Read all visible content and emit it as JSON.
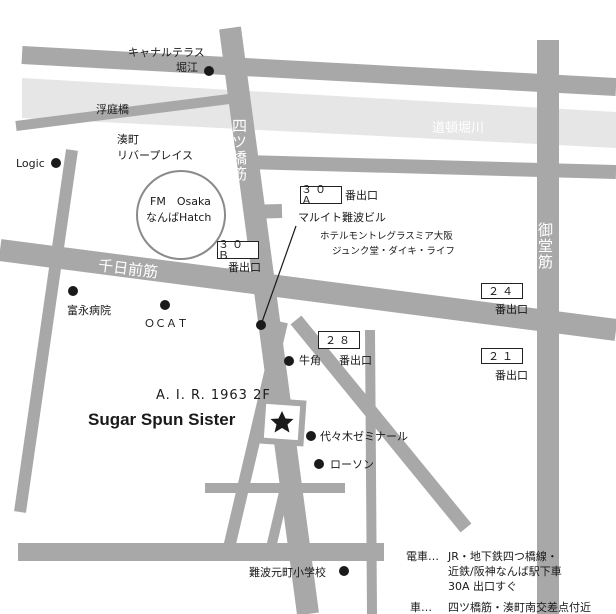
{
  "colors": {
    "road": "#a8a8a8",
    "canal": "#e6e6e6",
    "ink": "#1a1a1a",
    "background": "#ffffff"
  },
  "roads": {
    "yotsubashi": "四ツ橋筋",
    "sennichimae": "千日前筋",
    "midosuji": "御堂筋",
    "dotonbori": "道頓堀川"
  },
  "landmarks": {
    "canal_terrace_1": "キャナルテラス",
    "canal_terrace_2": "堀江",
    "ukiniwa": "浮庭橋",
    "minatomachi_1": "湊町",
    "minatomachi_2": "リバープレイス",
    "logic": "Logic",
    "fm_osaka": "FM　Osaka",
    "namba_hatch": "なんばHatch",
    "tominaga": "富永病院",
    "ocat": "ＯＣＡＴ",
    "marui": "マルイト難波ビル",
    "hotel_1": "ホテルモントレグラスミア大阪",
    "hotel_2": "ジュンク堂・ダイキ・ライフ",
    "gyukaku": "牛角",
    "yoyogi": "代々木ゼミナール",
    "lawson": "ローソン",
    "school": "難波元町小学校"
  },
  "exits": {
    "e30a": "３０Ａ",
    "e30b": "３０Ｂ",
    "e28": "２８",
    "e24": "２４",
    "e21": "２１",
    "label": "番出口"
  },
  "venue": {
    "floor": "A. I. R. 1963 2F",
    "name": "Sugar Spun Sister",
    "star_icon": "star-icon"
  },
  "access": {
    "train_label": "電車…",
    "train_1": "JR・地下鉄四つ橋線・",
    "train_2": "近鉄/阪神なんば駅下車",
    "train_3": "30A 出口すぐ",
    "car_label": "車…",
    "car_1": "四ツ橋筋・湊町南交差点付近"
  }
}
